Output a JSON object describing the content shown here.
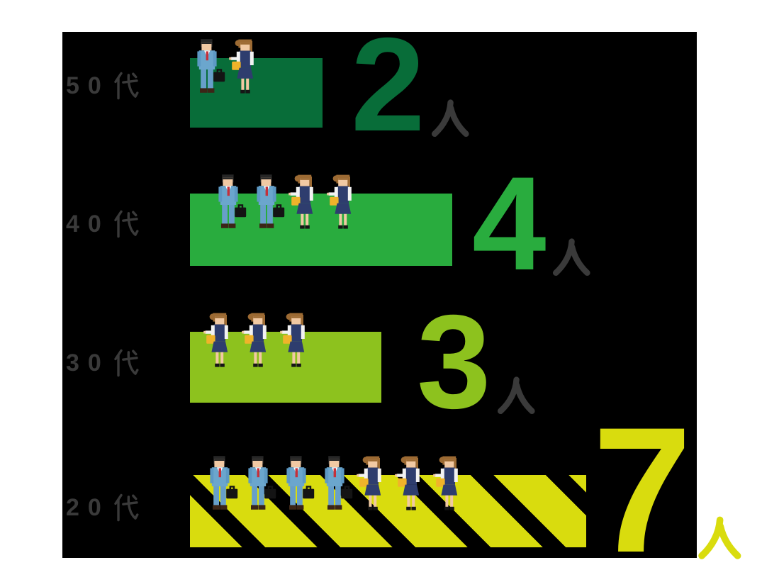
{
  "chart_data": {
    "type": "bar",
    "orientation": "horizontal",
    "categories": [
      "50代",
      "40代",
      "30代",
      "20代"
    ],
    "values": [
      2,
      4,
      3,
      7
    ],
    "unit": "人",
    "value_labels": [
      "2人",
      "4人",
      "3人",
      "7人"
    ],
    "bar_colors": [
      "#086d39",
      "#29ac3e",
      "#8dc21e",
      "#d9dc0e"
    ],
    "bar_patterns": [
      "solid",
      "solid",
      "solid",
      "diagonal-black-stripes"
    ],
    "panel_background": "#000000",
    "page_background": "#ffffff",
    "label_color": "#3a3a3a",
    "legend": "none",
    "axes": "none",
    "people_per_bar": [
      [
        "man",
        "woman"
      ],
      [
        "man",
        "man",
        "woman",
        "woman"
      ],
      [
        "woman",
        "woman",
        "woman"
      ],
      [
        "man",
        "man",
        "man",
        "man",
        "woman",
        "woman",
        "woman"
      ]
    ]
  },
  "rows": [
    {
      "label": "50代",
      "label_number": "50",
      "label_suffix": "代",
      "count": "2",
      "count_unit": "人",
      "people": [
        "man",
        "woman"
      ]
    },
    {
      "label": "40代",
      "label_number": "40",
      "label_suffix": "代",
      "count": "4",
      "count_unit": "人",
      "people": [
        "man",
        "man",
        "woman",
        "woman"
      ]
    },
    {
      "label": "30代",
      "label_number": "30",
      "label_suffix": "代",
      "count": "3",
      "count_unit": "人",
      "people": [
        "woman",
        "woman",
        "woman"
      ]
    },
    {
      "label": "20代",
      "label_number": "20",
      "label_suffix": "代",
      "count": "7",
      "count_unit": "人",
      "people": [
        "man",
        "man",
        "man",
        "man",
        "woman",
        "woman",
        "woman"
      ]
    }
  ]
}
